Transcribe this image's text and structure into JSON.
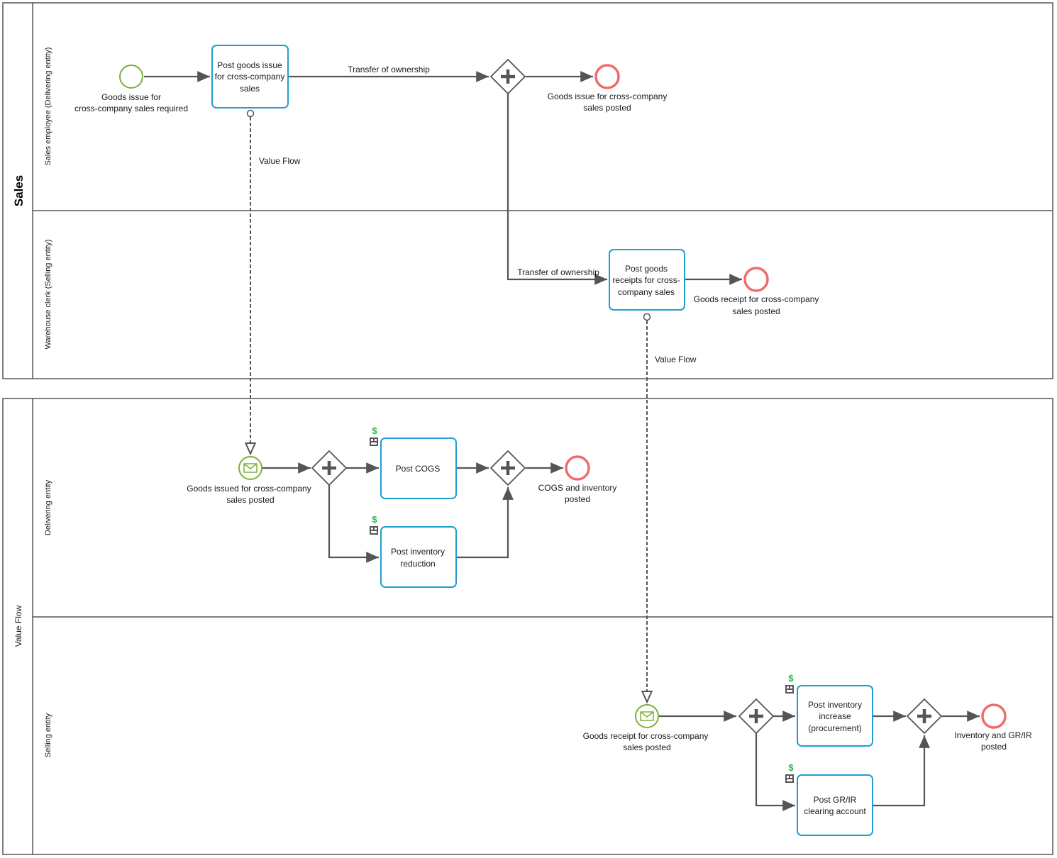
{
  "pools": [
    {
      "label": "Sales",
      "lanes": [
        "Sales employee (Delivering entity)",
        "Warehouse clerk (Selling entity)"
      ]
    },
    {
      "label": "Value Flow",
      "lanes": [
        "Delivering entity",
        "Selling entity"
      ]
    }
  ],
  "events": {
    "start_goods_issue": [
      "Goods issue for",
      "cross-company sales required"
    ],
    "end_goods_issue_posted": [
      "Goods issue for cross-company",
      "sales posted"
    ],
    "end_goods_receipt_posted": [
      "Goods receipt for cross-company",
      "sales posted"
    ],
    "msg_goods_issued": [
      "Goods issued for cross-company",
      "sales posted"
    ],
    "end_cogs": [
      "COGS and inventory",
      "posted"
    ],
    "msg_goods_receipt": [
      "Goods receipt for cross-company",
      "sales posted"
    ],
    "end_inventory_grir": [
      "Inventory and GR/IR",
      "posted"
    ]
  },
  "tasks": {
    "post_goods_issue": [
      "Post goods issue",
      "for cross-company",
      "sales"
    ],
    "post_goods_receipts": [
      "Post goods",
      "receipts for cross-",
      "company sales"
    ],
    "post_cogs": [
      "Post COGS"
    ],
    "post_inventory_reduction": [
      "Post inventory",
      "reduction"
    ],
    "post_inventory_increase": [
      "Post inventory",
      "increase",
      "(procurement)"
    ],
    "post_grir": [
      "Post GR/IR",
      "clearing account"
    ]
  },
  "flow_labels": {
    "transfer_1": "Transfer of ownership",
    "transfer_2": "Transfer of ownership",
    "value_flow_1": "Value Flow",
    "value_flow_2": "Value Flow"
  },
  "icons": {
    "dollar": "$",
    "dollar_color": "#2db84d"
  },
  "colors": {
    "task_border": "#1f9fcf",
    "start_event": "#7ab03a",
    "end_event": "#ef6b6b",
    "message_event": "#7ab03a",
    "flow_line": "#555555"
  }
}
